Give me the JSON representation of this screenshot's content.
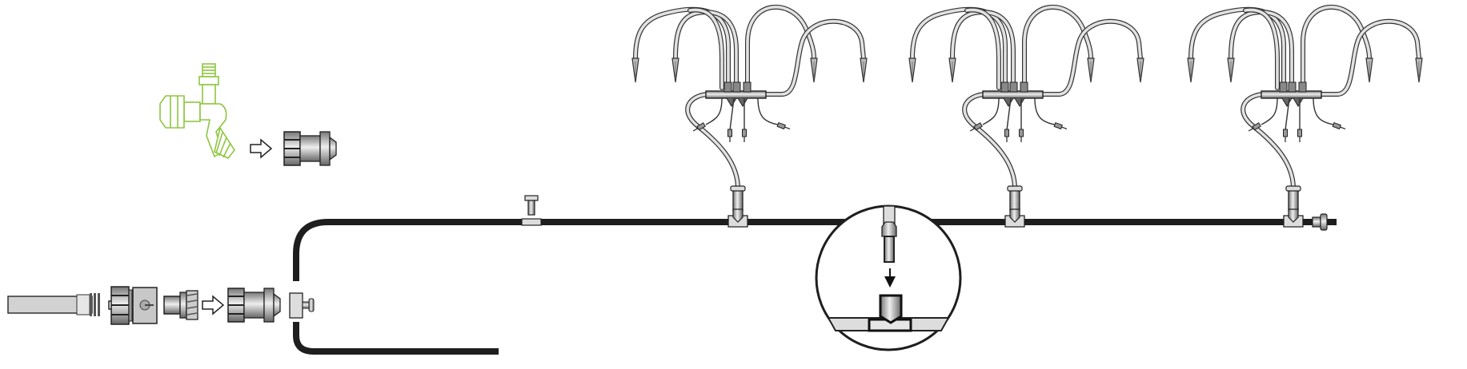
{
  "diagram": {
    "colors": {
      "pipe": "#1e1e1e",
      "tube": "#e2e2e2",
      "outline": "#222222",
      "tap_highlight": "#8dc63f",
      "connector_dark": "#444444",
      "connector_light": "#c8c8c8"
    },
    "icons": [
      "garden-tap",
      "hose",
      "hose-connector",
      "quick-connector",
      "arrow-right",
      "drip-emitter-group",
      "end-cap",
      "detail-magnifier"
    ],
    "drip_groups": 3
  }
}
